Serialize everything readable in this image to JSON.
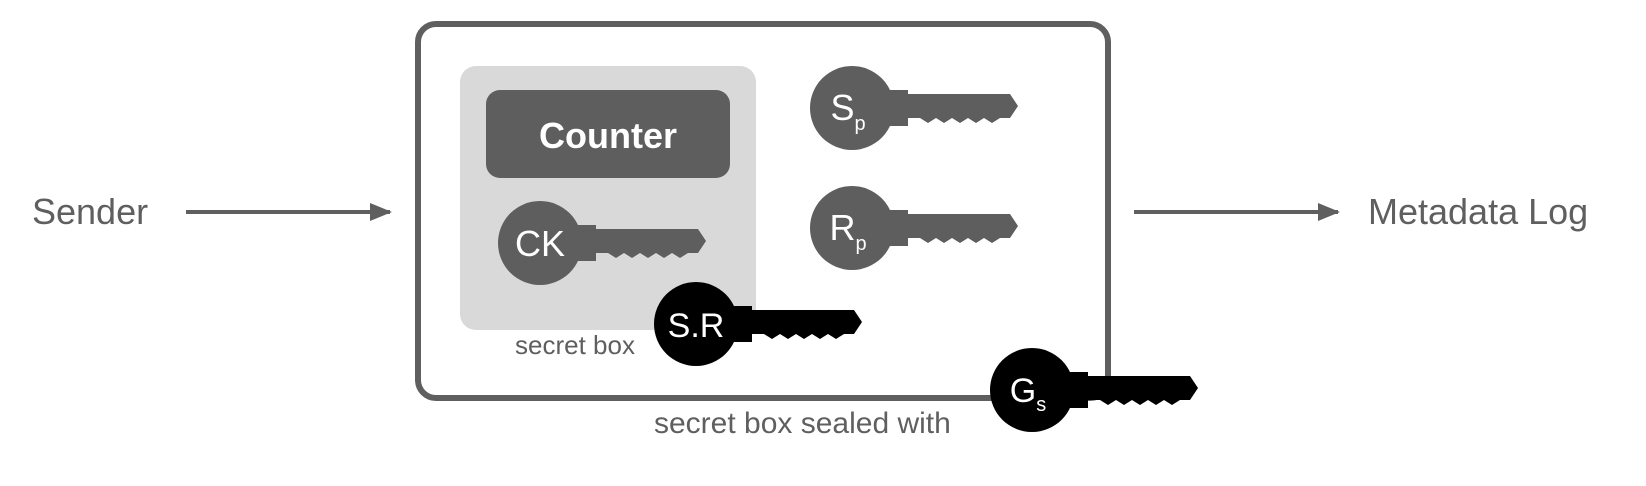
{
  "sender": {
    "label": "Sender"
  },
  "receiver": {
    "label": "Metadata Log"
  },
  "outer_box": {
    "caption": "secret box sealed with"
  },
  "inner_box": {
    "caption": "secret box",
    "counter_label": "Counter"
  },
  "keys": {
    "ck": {
      "label": "CK",
      "sub": "",
      "icon": "key-icon"
    },
    "sp": {
      "label": "S",
      "sub": "p",
      "icon": "key-icon"
    },
    "rp": {
      "label": "R",
      "sub": "p",
      "icon": "key-icon"
    },
    "sr": {
      "label": "S.R",
      "sub": "",
      "icon": "key-icon"
    },
    "gs": {
      "label": "G",
      "sub": "s",
      "icon": "key-icon"
    }
  },
  "colors": {
    "text_gray": "#5f5f5f",
    "key_gray": "#5e5e5e",
    "key_black": "#000000",
    "inner_box_fill": "#d9d9d9",
    "counter_fill": "#5e5e5e",
    "outer_box_stroke": "#5f5f5f"
  }
}
